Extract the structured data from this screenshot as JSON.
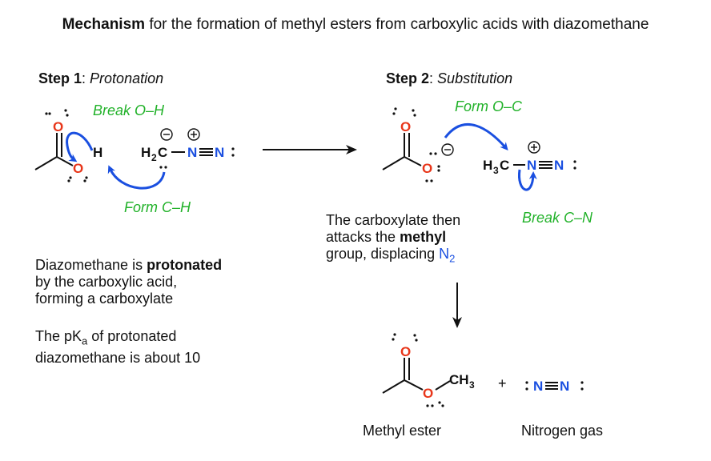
{
  "title": {
    "bold": "Mechanism",
    "rest": " for the formation of methyl esters from carboxylic acids with diazomethane"
  },
  "step1": {
    "label": "Step 1",
    "colon": ": ",
    "name": "Protonation"
  },
  "step2": {
    "label": "Step 2",
    "colon": ": ",
    "name": "Substitution"
  },
  "arrow_labels": {
    "break_oh": "Break O–H",
    "form_ch": "Form C–H",
    "form_oc": "Form O–C",
    "break_cn": "Break C–N"
  },
  "text1": {
    "pre": "Diazomethane is ",
    "bold": "protonated",
    "line2": "by the carboxylic acid,",
    "line3": "forming a carboxylate"
  },
  "text2": {
    "line1_pre": "The pK",
    "line1_sub": "a",
    "line1_post": " of protonated",
    "line2": "diazomethane is about 10"
  },
  "text3": {
    "line1": "The carboxylate then",
    "line2_pre": "attacks the ",
    "line2_bold": "methyl",
    "line3_pre": "group, displacing ",
    "n2": "N",
    "n2_sub": "2"
  },
  "products": {
    "ester": "Methyl ester",
    "gas": "Nitrogen gas",
    "plus": "+"
  },
  "colors": {
    "curly_arrow": "#1a4fe0",
    "label_green": "#22b22a",
    "oxygen": "#e8361a",
    "nitrogen": "#1a4fe0",
    "text": "#111111"
  }
}
